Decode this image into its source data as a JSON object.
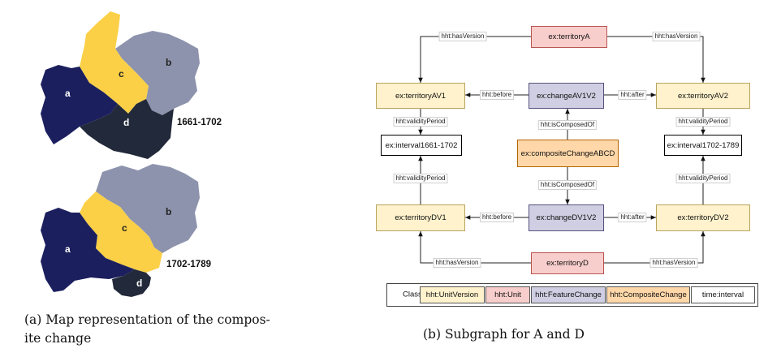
{
  "map": {
    "periods": [
      "1661-1702",
      "1702-1789"
    ],
    "regions": [
      "a",
      "b",
      "c",
      "d"
    ],
    "colors": {
      "a": "#1b1f5e",
      "b": "#8e93ad",
      "c": "#fbd046",
      "d": "#22293a"
    },
    "caption_line1": "(a) Map representation of the compos-",
    "caption_line2": "ite change"
  },
  "graph": {
    "nodes": {
      "territoryA": "ex:territoryA",
      "territoryAV1": "ex:territoryAV1",
      "changeAV1V2": "ex:changeAV1V2",
      "territoryAV2": "ex:territoryAV2",
      "interval1661": "ex:interval1661-1702",
      "compositeChange": "ex:compositeChangeABCD",
      "interval1702": "ex:interval1702-1789",
      "territoryDV1": "ex:territoryDV1",
      "changeDV1V2": "ex:changeDV1V2",
      "territoryDV2": "ex:territoryDV2",
      "territoryD": "ex:territoryD"
    },
    "edge_labels": {
      "hasVersion": "hht:hasVersion",
      "before": "hht:before",
      "after": "hht:after",
      "validityPeriod": "hht:validityPeriod",
      "isComposedOf": "hht:isComposedOf"
    },
    "legend": {
      "title": "Classes",
      "items": [
        "hht:UnitVersion",
        "hht:Unit",
        "hht:FeatureChange",
        "hht:CompositeChange",
        "time:interval"
      ]
    },
    "caption": "(b) Subgraph for A and D"
  }
}
